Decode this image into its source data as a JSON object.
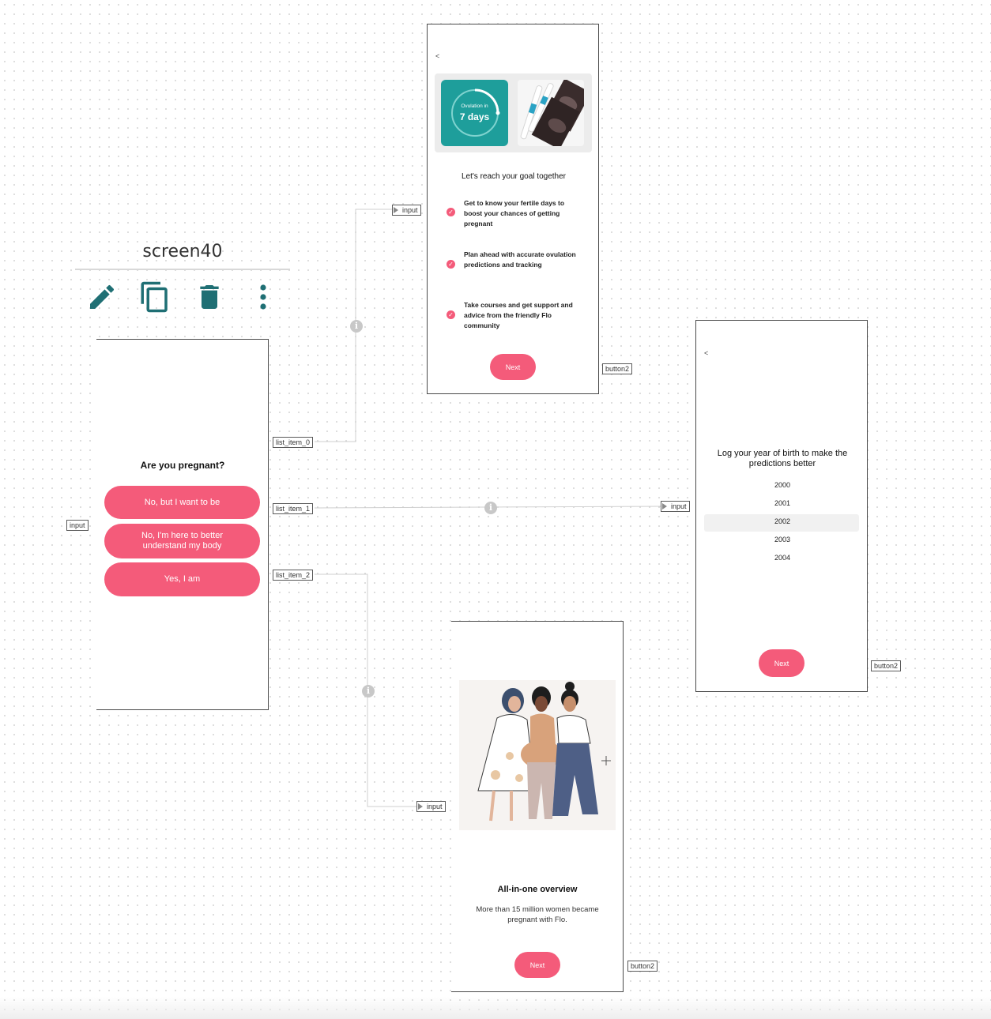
{
  "canvas": {
    "screen_title": "screen40",
    "toolbar_icons": [
      "pencil-icon",
      "copy-icon",
      "trash-icon",
      "more-vert-icon"
    ]
  },
  "screen_main": {
    "question": "Are you pregnant?",
    "options": [
      "No, but I want to be",
      "No, I'm here to better understand my body",
      "Yes, I am"
    ]
  },
  "screen_goal": {
    "back": "<",
    "card_small": "Ovulation in",
    "card_big": "7 days",
    "headline": "Let's reach your goal together",
    "benefits": [
      "Get to know your fertile days to boost your chances of getting pregnant",
      "Plan ahead with accurate ovulation predictions and tracking",
      "Take courses and get support and advice from the friendly Flo community"
    ],
    "next": "Next"
  },
  "screen_birth": {
    "back": "<",
    "headline": "Log your year of birth to make the predictions better",
    "years": [
      "2000",
      "2001",
      "2002",
      "2003",
      "2004"
    ],
    "selected_year": "2002",
    "next": "Next"
  },
  "screen_overview": {
    "headline": "All-in-one overview",
    "body": "More than 15 million women became pregnant with Flo.",
    "next": "Next"
  },
  "ports": {
    "input": "input",
    "list_item_0": "list_item_0",
    "list_item_1": "list_item_1",
    "list_item_2": "list_item_2",
    "button2": "button2"
  },
  "colors": {
    "accent": "#f45b7a",
    "teal": "#1e9e9b",
    "toolbar_teal": "#1f6f74"
  }
}
